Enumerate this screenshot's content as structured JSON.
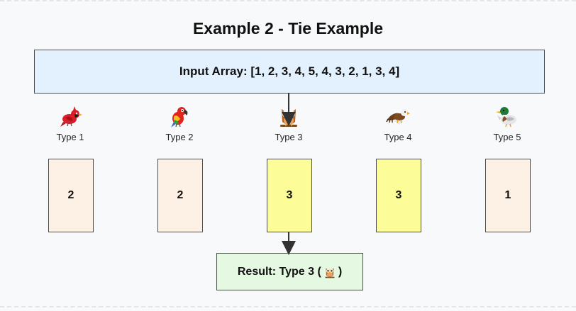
{
  "title": "Example 2 - Tie Example",
  "input": {
    "label": "Input Array: [1, 2, 3, 4, 5, 4, 3, 2, 1, 3, 4]"
  },
  "types": [
    {
      "label": "Type 1",
      "count": "2",
      "bird": "cardinal-icon",
      "fill": "#fdf0e5"
    },
    {
      "label": "Type 2",
      "count": "2",
      "bird": "parrot-icon",
      "fill": "#fdf0e5"
    },
    {
      "label": "Type 3",
      "count": "3",
      "bird": "owl-icon",
      "fill": "#fcfd99"
    },
    {
      "label": "Type 4",
      "count": "3",
      "bird": "eagle-icon",
      "fill": "#fcfd99"
    },
    {
      "label": "Type 5",
      "count": "1",
      "bird": "duck-icon",
      "fill": "#fdf0e5"
    }
  ],
  "result": {
    "prefix": "Result: Type 3 (",
    "suffix": ")",
    "icon": "owl-icon"
  },
  "colors": {
    "input_bg": "#e3f0fd",
    "result_bg": "#e5f8e1",
    "tie_highlight": "#fcfd99",
    "count_bg": "#fdf0e5"
  }
}
